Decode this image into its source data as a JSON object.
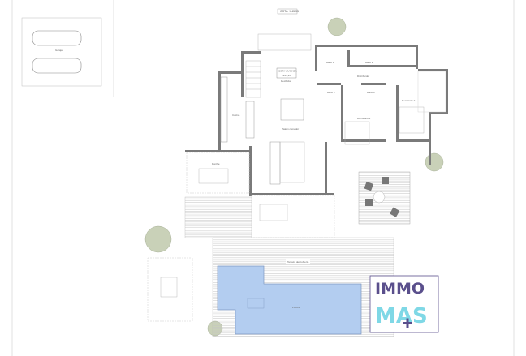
{
  "plan": {
    "top_level_label": "COTA +245,55",
    "house_level_label": "COTA VIVIENDA",
    "house_level_value": "+245,95",
    "rooms": [
      "Recibidor",
      "Cocina",
      "Salón comedor",
      "Distribuidor",
      "Baño 1",
      "Baño 2",
      "Baño 3",
      "Baño 4",
      "Dormitorio 1",
      "Dormitorio 2",
      "Porche",
      "Piscina",
      "Terraza descubierta",
      "Garaje"
    ]
  },
  "logo": {
    "line1": "IMMO",
    "line2": "MAS",
    "color_top": "#5a4f8c",
    "color_bottom": "#7fd8e6"
  },
  "colors": {
    "pool": "#b3cdf0",
    "wall": "#7a7a7a",
    "vegetation": "#c9d1b8"
  }
}
